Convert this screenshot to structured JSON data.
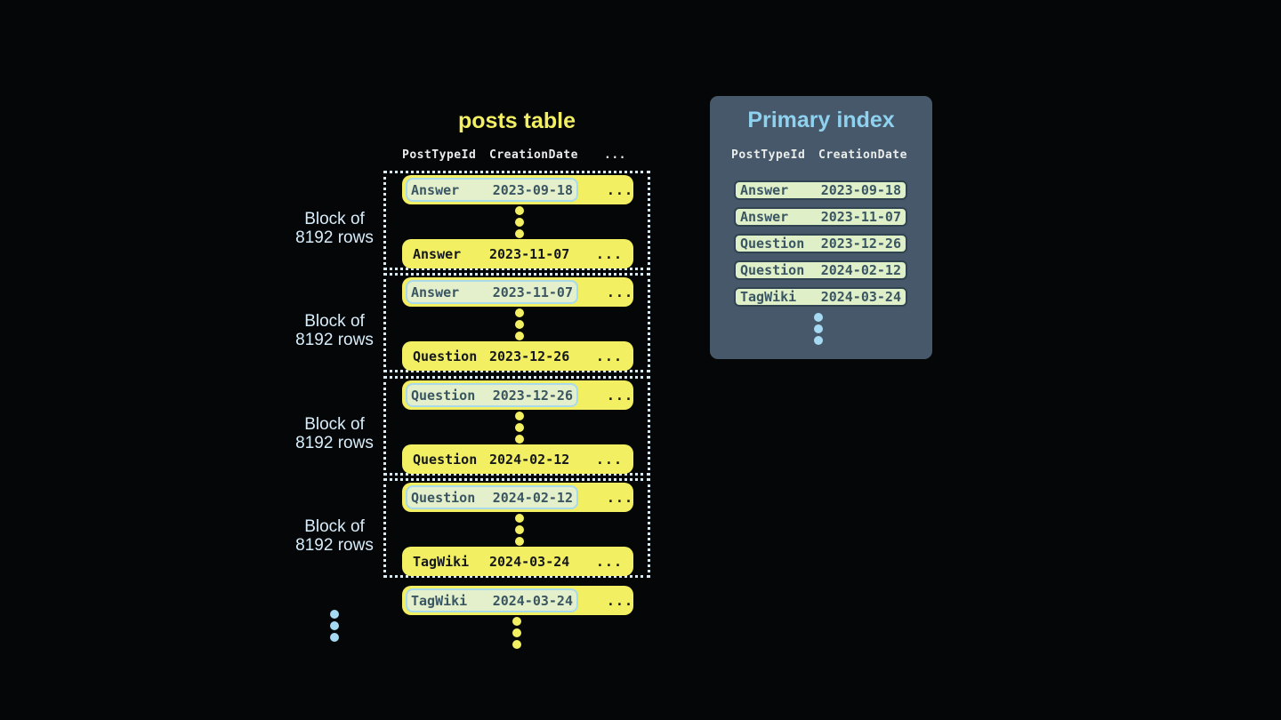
{
  "colors": {
    "background": "#050608",
    "row_yellow": "#F3EF63",
    "row_text_dark": "#15181b",
    "indexed_pill_bg": "#E3F0CB",
    "indexed_pill_border": "#A9D9EC",
    "indexed_pill_text": "#3B5663",
    "block_dotted_border": "#D9EAF3",
    "block_label_blue": "#D8EDFA",
    "panel_bg": "#465869",
    "panel_title_blue": "#8FD2F0",
    "column_header_text": "#EAEDEB",
    "index_row_bg": "#DFEFC7",
    "index_row_border": "#2F4450",
    "ellipsis_dot_blue": "#A5DAF2"
  },
  "posts_table": {
    "title": "posts table",
    "columns": [
      "PostTypeId",
      "CreationDate",
      "..."
    ],
    "ellipsis": "...",
    "blocks": [
      {
        "label_line1": "Block of",
        "label_line2": "8192 rows",
        "first_row": {
          "post_type": "Answer",
          "creation_date": "2023-09-18"
        },
        "last_row": {
          "post_type": "Answer",
          "creation_date": "2023-11-07"
        }
      },
      {
        "label_line1": "Block of",
        "label_line2": "8192 rows",
        "first_row": {
          "post_type": "Answer",
          "creation_date": "2023-11-07"
        },
        "last_row": {
          "post_type": "Question",
          "creation_date": "2023-12-26"
        }
      },
      {
        "label_line1": "Block of",
        "label_line2": "8192 rows",
        "first_row": {
          "post_type": "Question",
          "creation_date": "2023-12-26"
        },
        "last_row": {
          "post_type": "Question",
          "creation_date": "2024-02-12"
        }
      },
      {
        "label_line1": "Block of",
        "label_line2": "8192 rows",
        "first_row": {
          "post_type": "Question",
          "creation_date": "2024-02-12"
        },
        "last_row": {
          "post_type": "TagWiki",
          "creation_date": "2024-03-24"
        }
      }
    ],
    "overflow_row": {
      "post_type": "TagWiki",
      "creation_date": "2024-03-24"
    }
  },
  "primary_index": {
    "title": "Primary index",
    "columns": [
      "PostTypeId",
      "CreationDate"
    ],
    "rows": [
      {
        "post_type": "Answer",
        "creation_date": "2023-09-18"
      },
      {
        "post_type": "Answer",
        "creation_date": "2023-11-07"
      },
      {
        "post_type": "Question",
        "creation_date": "2023-12-26"
      },
      {
        "post_type": "Question",
        "creation_date": "2024-02-12"
      },
      {
        "post_type": "TagWiki",
        "creation_date": "2024-03-24"
      }
    ]
  }
}
